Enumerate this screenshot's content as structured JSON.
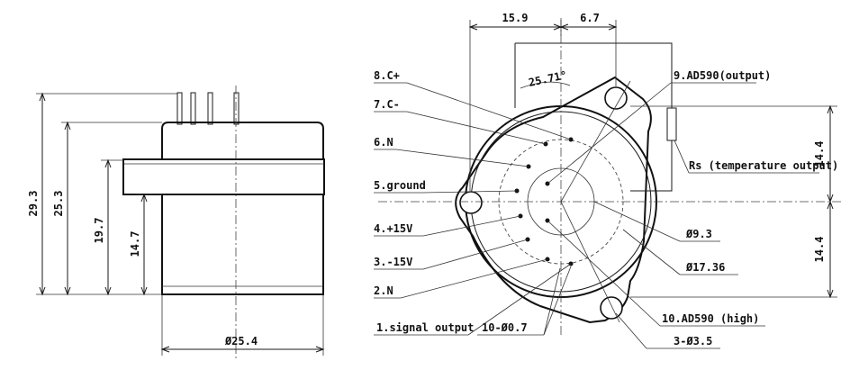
{
  "side_view": {
    "dim_height_total": "29.3",
    "dim_height_body": "25.3",
    "dim_height_flange": "19.7",
    "dim_height_lower": "14.7",
    "dim_diameter": "Ø25.4"
  },
  "front_view": {
    "dim_top_left": "15.9",
    "dim_top_right": "6.7",
    "dim_angle": "25.71°",
    "dim_right_upper": "14.4",
    "dim_right_lower": "14.4",
    "dim_inner_diameter": "Ø9.3",
    "dim_pin_circle": "Ø17.36",
    "dim_pin_holes": "10-Ø0.7",
    "dim_mount_holes": "3-Ø3.5",
    "resistor_label": "Rs (temperature output)",
    "pins": {
      "p1": "1.signal output",
      "p2": "2.N",
      "p3": "3.-15V",
      "p4": "4.+15V",
      "p5": "5.ground",
      "p6": "6.N",
      "p7": "7.C-",
      "p8": "8.C+",
      "p9": "9.AD590(output)",
      "p10": "10.AD590 (high)"
    }
  },
  "colors": {
    "ink": "#111111",
    "paper": "#ffffff"
  }
}
